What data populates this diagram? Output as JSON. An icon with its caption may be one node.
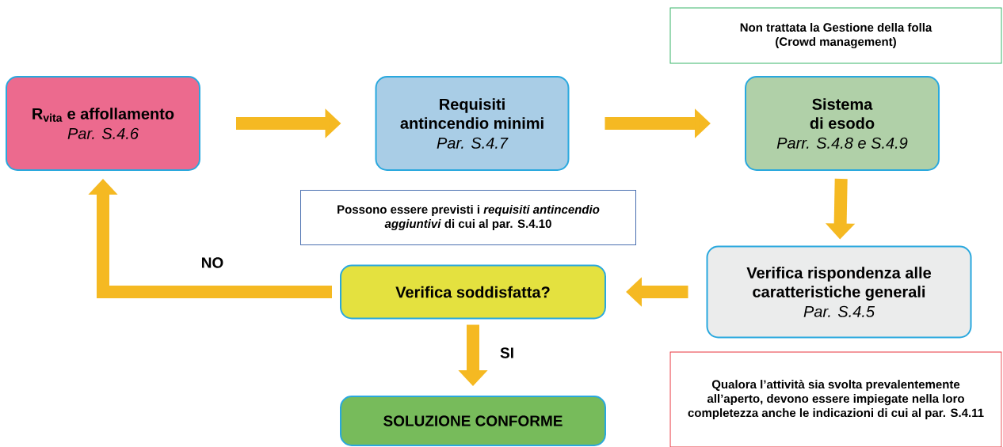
{
  "diagram": {
    "nodes": [
      {
        "text": [
          "Non trattata la Gestione della folla (Crowd management)"
        ]
      },
      {
        "text": [
          "R$_{vita}$ e affollamento",
          "Par. S.4.6"
        ]
      },
      {
        "text": [
          "Requisiti antincendio minimi",
          "Par. S.4.7"
        ]
      },
      {
        "text": [
          "Sistema di esodo",
          "Parr. S.4.8 e S.4.9"
        ]
      },
      {
        "text": [
          "Possono essere previsti i *requisiti antincendio aggiuntivi* di cui al par. S.4.10"
        ]
      },
      {
        "text": [
          "Verifica rispondenza alle caratteristiche generali",
          "Par. S.4.5"
        ]
      },
      {
        "text": [
          "Verifica soddisfatta?"
        ]
      },
      {
        "text": [
          "SOLUZIONE CONFORME"
        ]
      },
      {
        "text": [
          "Qualora l’attività sia svolta prevalentemente all’aperto, devono essere impiegate nella loro completezza anche le indicazioni di cui al par. S.4.11"
        ]
      }
    ],
    "edges": [
      {
        "from": 1,
        "to": 2,
        "arrow": "to"
      },
      {
        "from": 2,
        "to": 3,
        "arrow": "to"
      },
      {
        "from": 3,
        "to": 5,
        "arrow": "to"
      },
      {
        "from": 5,
        "to": 6,
        "arrow": "to"
      },
      {
        "from": 6,
        "to": 1,
        "arrow": "to",
        "label": "NO"
      },
      {
        "from": 6,
        "to": 7,
        "arrow": "to",
        "label": "SI"
      }
    ]
  }
}
